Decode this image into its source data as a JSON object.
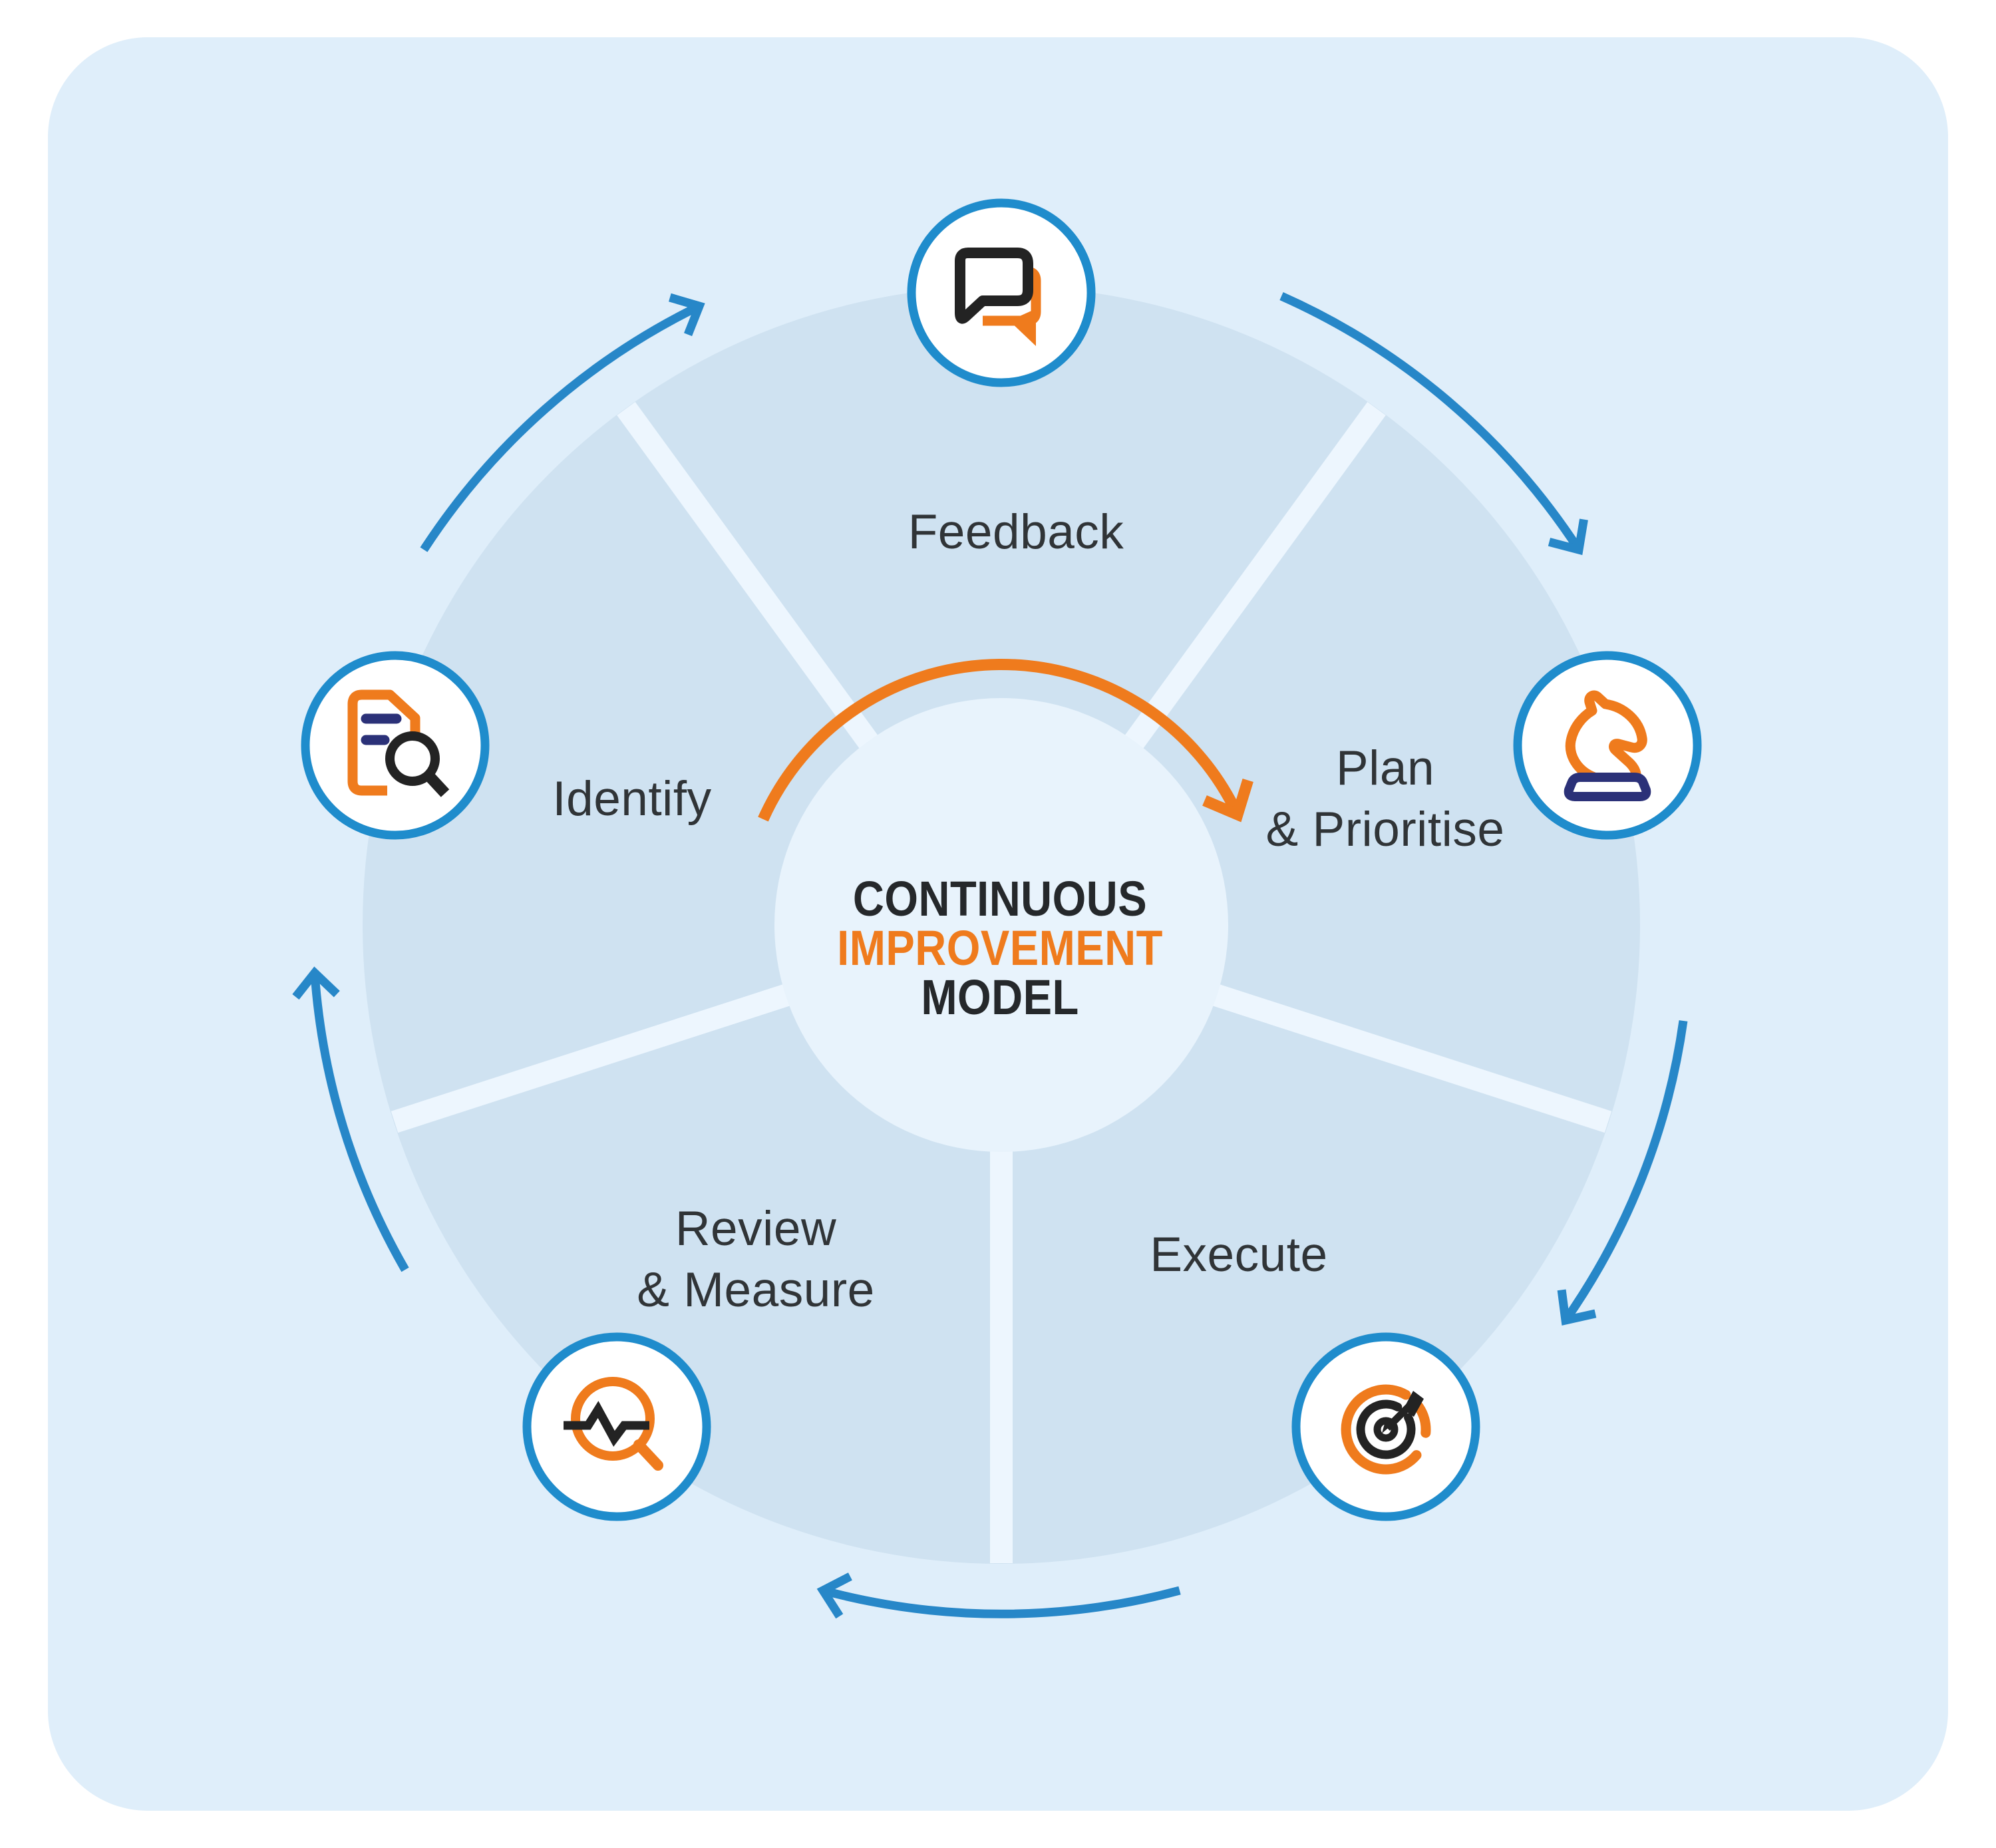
{
  "title": {
    "line1": "CONTINUOUS",
    "line2": "IMPROVEMENT",
    "line3": "MODEL"
  },
  "segments": [
    {
      "name": "feedback",
      "label": "Feedback",
      "icon": "chat-bubbles-icon"
    },
    {
      "name": "plan-prioritise",
      "label_line1": "Plan",
      "label_line2": "& Prioritise",
      "icon": "chess-knight-icon"
    },
    {
      "name": "execute",
      "label": "Execute",
      "icon": "target-dart-icon"
    },
    {
      "name": "review-measure",
      "label_line1": "Review",
      "label_line2": "& Measure",
      "icon": "magnifier-pulse-icon"
    },
    {
      "name": "identify",
      "label": "Identify",
      "icon": "document-search-icon"
    }
  ],
  "colors": {
    "page_background": "#ffffff",
    "card": "#dfeefa",
    "segment": "#cfe2f1",
    "hub": "#e8f3fc",
    "divider": "#edf6fe",
    "arrow_blue": "#2787c8",
    "accent_orange": "#ef7b1d",
    "icon_ring_blue": "#1f8ccc",
    "icon_dark": "#232323",
    "navy": "#2b3178",
    "label_text": "#303437",
    "title_dark": "#25282b"
  }
}
